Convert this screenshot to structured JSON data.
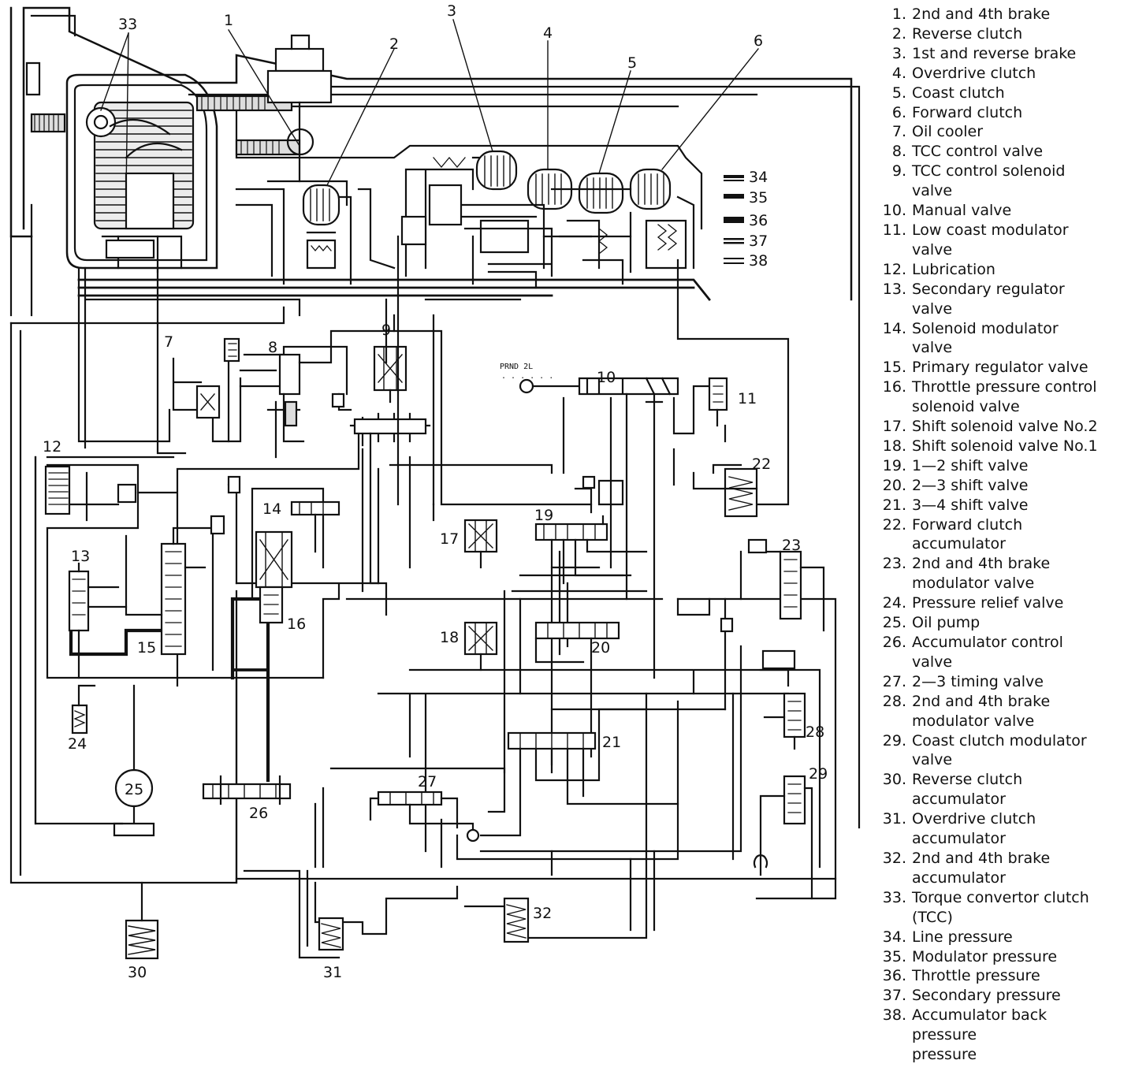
{
  "legend": [
    {
      "num": "1.",
      "text": "2nd and 4th brake"
    },
    {
      "num": "2.",
      "text": "Reverse clutch"
    },
    {
      "num": "3.",
      "text": "1st and reverse brake"
    },
    {
      "num": "4.",
      "text": "Overdrive clutch"
    },
    {
      "num": "5.",
      "text": "Coast clutch"
    },
    {
      "num": "6.",
      "text": "Forward clutch"
    },
    {
      "num": "7.",
      "text": "Oil cooler"
    },
    {
      "num": "8.",
      "text": "TCC control valve"
    },
    {
      "num": "9.",
      "text": "TCC control solenoid",
      "cont": "valve"
    },
    {
      "num": "10.",
      "text": "Manual valve"
    },
    {
      "num": "11.",
      "text": "Low coast modulator",
      "cont": "valve"
    },
    {
      "num": "12.",
      "text": "Lubrication"
    },
    {
      "num": "13.",
      "text": "Secondary regulator",
      "cont": "valve"
    },
    {
      "num": "14.",
      "text": "Solenoid modulator",
      "cont": "valve"
    },
    {
      "num": "15.",
      "text": "Primary regulator valve"
    },
    {
      "num": "16.",
      "text": "Throttle pressure control",
      "cont": "solenoid valve"
    },
    {
      "num": "17.",
      "text": "Shift solenoid valve No.2"
    },
    {
      "num": "18.",
      "text": "Shift solenoid valve No.1"
    },
    {
      "num": "19.",
      "text": "1—2 shift valve"
    },
    {
      "num": "20.",
      "text": "2—3 shift valve"
    },
    {
      "num": "21.",
      "text": "3—4 shift valve"
    },
    {
      "num": "22.",
      "text": "Forward clutch",
      "cont": "accumulator"
    },
    {
      "num": "23.",
      "text": "2nd and 4th brake",
      "cont": "modulator valve"
    },
    {
      "num": "24.",
      "text": "Pressure relief valve"
    },
    {
      "num": "25.",
      "text": "Oil pump"
    },
    {
      "num": "26.",
      "text": "Accumulator control",
      "cont": "valve"
    },
    {
      "num": "27.",
      "text": "2—3 timing valve"
    },
    {
      "num": "28.",
      "text": "2nd and 4th brake",
      "cont": "modulator valve"
    },
    {
      "num": "29.",
      "text": "Coast clutch modulator",
      "cont": "valve"
    },
    {
      "num": "30.",
      "text": "Reverse clutch",
      "cont": "accumulator"
    },
    {
      "num": "31.",
      "text": "Overdrive clutch",
      "cont": "accumulator"
    },
    {
      "num": "32.",
      "text": "2nd and 4th brake",
      "cont": "accumulator"
    },
    {
      "num": "33.",
      "text": "Torque convertor clutch",
      "cont": "(TCC)"
    },
    {
      "num": "34.",
      "text": "Line pressure"
    },
    {
      "num": "35.",
      "text": "Modulator pressure"
    },
    {
      "num": "36.",
      "text": "Throttle pressure"
    },
    {
      "num": "37.",
      "text": "Secondary pressure"
    },
    {
      "num": "38.",
      "text": "Accumulator back",
      "cont": "pressure"
    },
    {
      "num": "",
      "text": "",
      "cont": "pressure"
    }
  ],
  "pressure_key": [
    "34",
    "35",
    "36",
    "37",
    "38"
  ],
  "callouts": [
    "1",
    "2",
    "3",
    "4",
    "5",
    "6",
    "7",
    "8",
    "9",
    "10",
    "11",
    "12",
    "13",
    "14",
    "15",
    "16",
    "17",
    "18",
    "19",
    "20",
    "21",
    "22",
    "23",
    "24",
    "25",
    "26",
    "27",
    "28",
    "29",
    "30",
    "31",
    "32",
    "33"
  ],
  "selector_text": "PRND 2L",
  "colors": {
    "ink": "#111111",
    "paper": "#ffffff"
  }
}
